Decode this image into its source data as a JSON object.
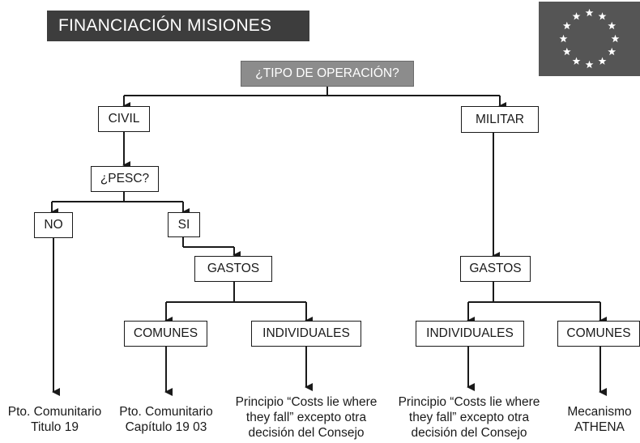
{
  "title": "FINANCIACIÓN MISIONES",
  "question_operation": "¿TIPO DE OPERACIÓN?",
  "civil": "CIVIL",
  "militar": "MILITAR",
  "question_pesc": "¿PESC?",
  "no": "NO",
  "si": "SI",
  "gastos_civil": "GASTOS",
  "gastos_militar": "GASTOS",
  "comunes_civil": "COMUNES",
  "individuales_civil": "INDIVIDUALES",
  "individuales_militar": "INDIVIDUALES",
  "comunes_militar": "COMUNES",
  "outcomes": {
    "no": [
      "Pto. Comunitario",
      "Titulo 19"
    ],
    "comunes_civil": [
      "Pto. Comunitario",
      "Capítulo 19 03"
    ],
    "individuales_civil": [
      "Principio “Costs lie where",
      "they fall” excepto otra",
      "decisión del Consejo"
    ],
    "individuales_militar": [
      "Principio “Costs lie where",
      "they fall” excepto otra",
      "decisión del Consejo"
    ],
    "comunes_militar": [
      "Mecanismo",
      "ATHENA"
    ]
  },
  "colors": {
    "title_bg": "#3d3d3d",
    "question_bg": "#8c8c8c",
    "flag_bg": "#555555",
    "stars": "#ffffff"
  }
}
